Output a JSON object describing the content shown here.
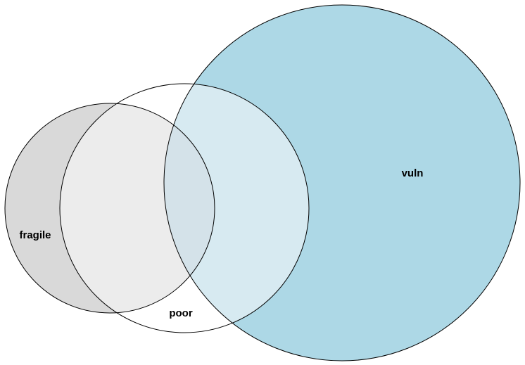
{
  "diagram": {
    "type": "venn",
    "sets": [
      {
        "id": "fragile",
        "label": "fragile",
        "fill": "#d9d9d9"
      },
      {
        "id": "poor",
        "label": "poor",
        "fill": "#ffffff"
      },
      {
        "id": "vuln",
        "label": "vuln",
        "fill": "#add8e6"
      }
    ],
    "stroke": "#000000"
  }
}
